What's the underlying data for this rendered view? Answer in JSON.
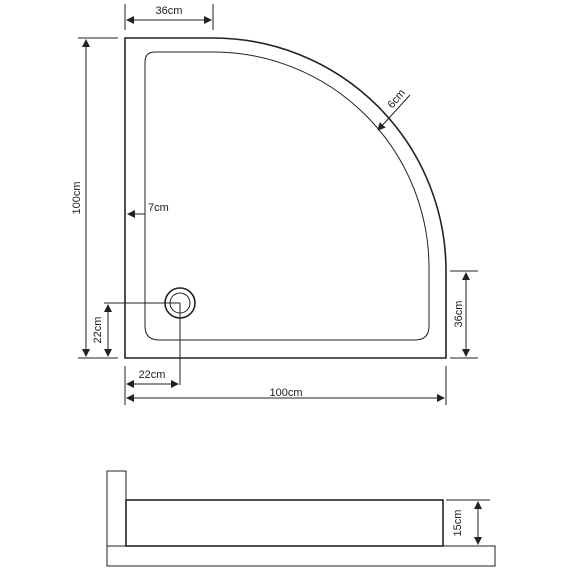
{
  "plan_view": {
    "top_width": "36cm",
    "rim_width": "6cm",
    "left_height": "100cm",
    "inner_rim": "7cm",
    "drain_y": "22cm",
    "right_height": "36cm",
    "drain_x": "22cm",
    "bottom_width": "100cm"
  },
  "side_view": {
    "height": "15cm"
  }
}
